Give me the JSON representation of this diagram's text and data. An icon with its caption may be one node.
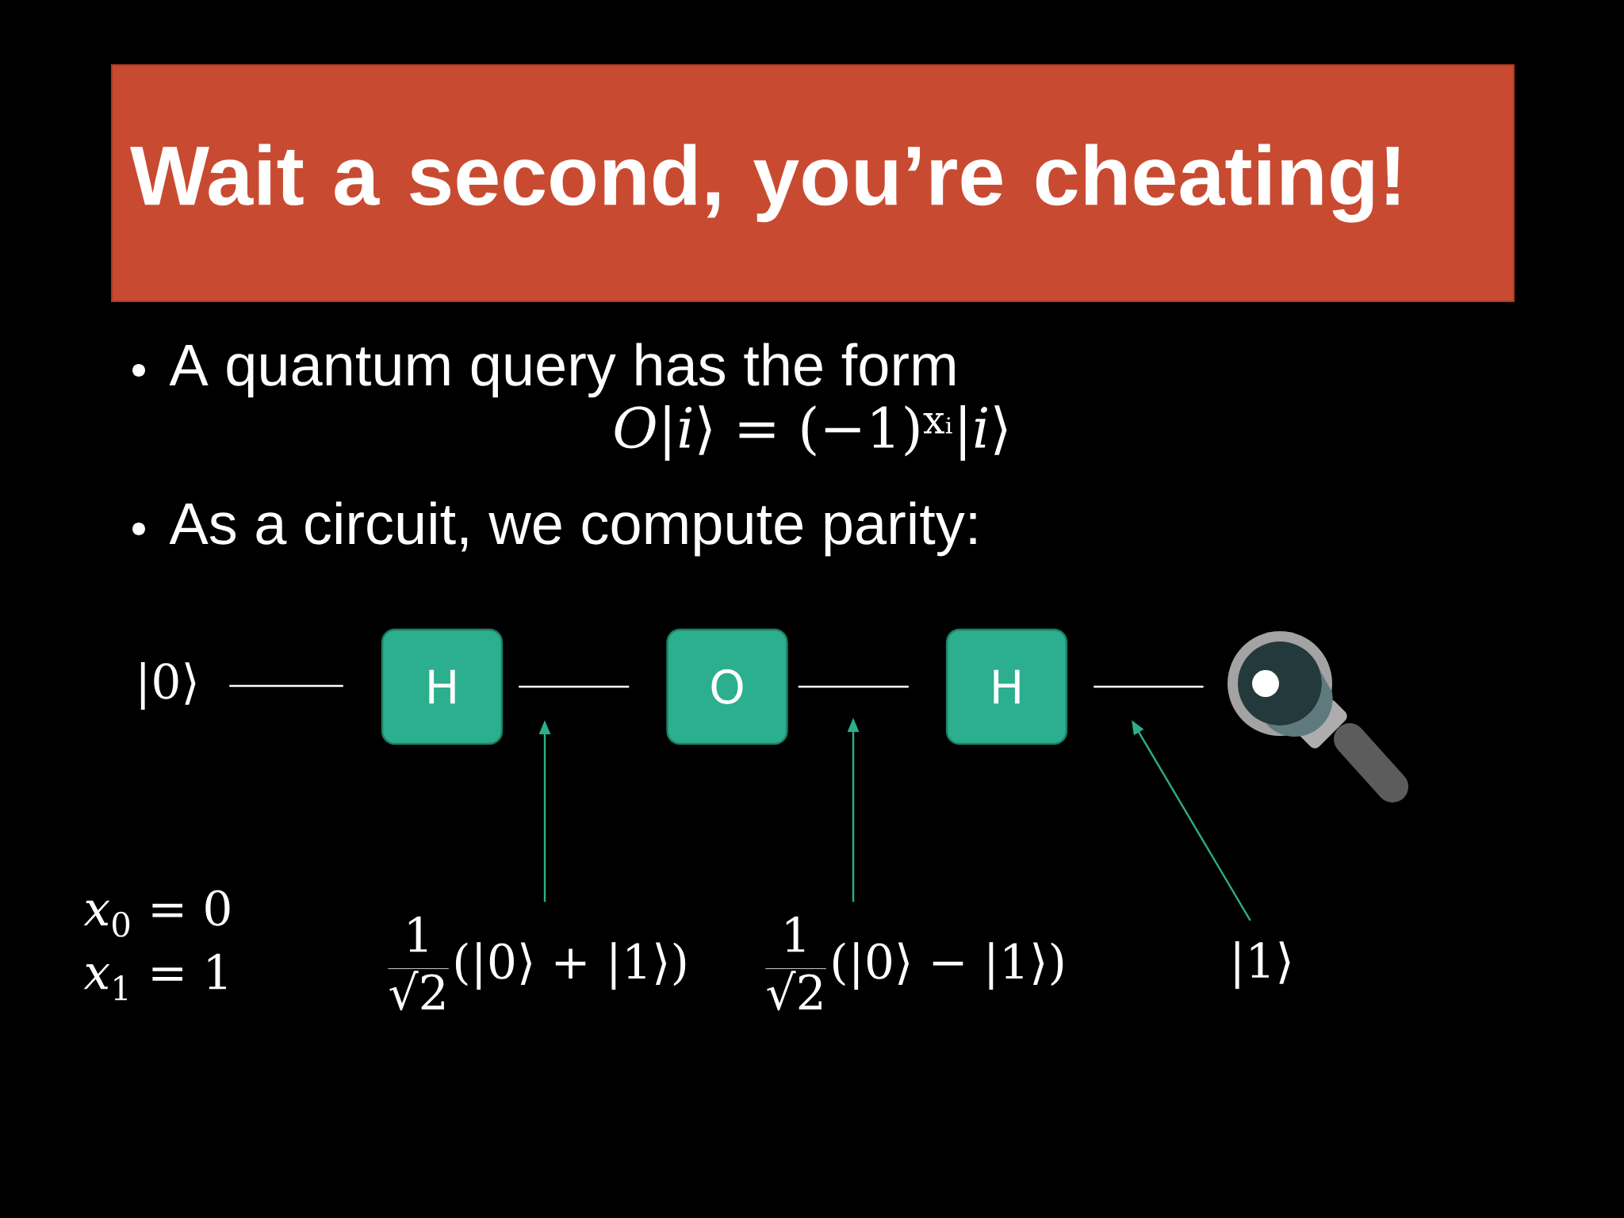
{
  "diagram": {
    "title": "Wait a second, you’re cheating!",
    "nodes": [
      {
        "text": [
          "|0⟩"
        ]
      },
      {
        "text": [
          "H"
        ]
      },
      {
        "text": [
          "O"
        ]
      },
      {
        "text": [
          "H"
        ]
      },
      {
        "text": [],
        "shape": "picture"
      },
      {
        "text": [
          "1",
          "√2",
          "(|0⟩ + |1⟩)"
        ]
      },
      {
        "text": [
          "1",
          "√2",
          "(|0⟩ − |1⟩)"
        ]
      },
      {
        "text": [
          "|1⟩"
        ]
      }
    ],
    "edges": [
      {
        "from": 0,
        "to": 1,
        "arrow": "none"
      },
      {
        "from": 1,
        "to": 2,
        "arrow": "none"
      },
      {
        "from": 2,
        "to": 3,
        "arrow": "none"
      },
      {
        "from": 3,
        "to": 4,
        "arrow": "none"
      },
      {
        "from": 5,
        "to": null,
        "arrow": "to",
        "color": "#2dae8b"
      },
      {
        "from": 6,
        "to": null,
        "arrow": "to",
        "color": "#2dae8b"
      },
      {
        "from": 7,
        "to": null,
        "arrow": "to",
        "color": "#2dae8b"
      }
    ],
    "labels": [
      "A quantum query has the form",
      "*O*|*i*⟩ = (−1)$^{xᵢ}$|*i*⟩",
      "As a circuit, we compute parity:",
      "*x*$_{0}$ = 0",
      "*x*$_{1}$ = 1"
    ]
  }
}
